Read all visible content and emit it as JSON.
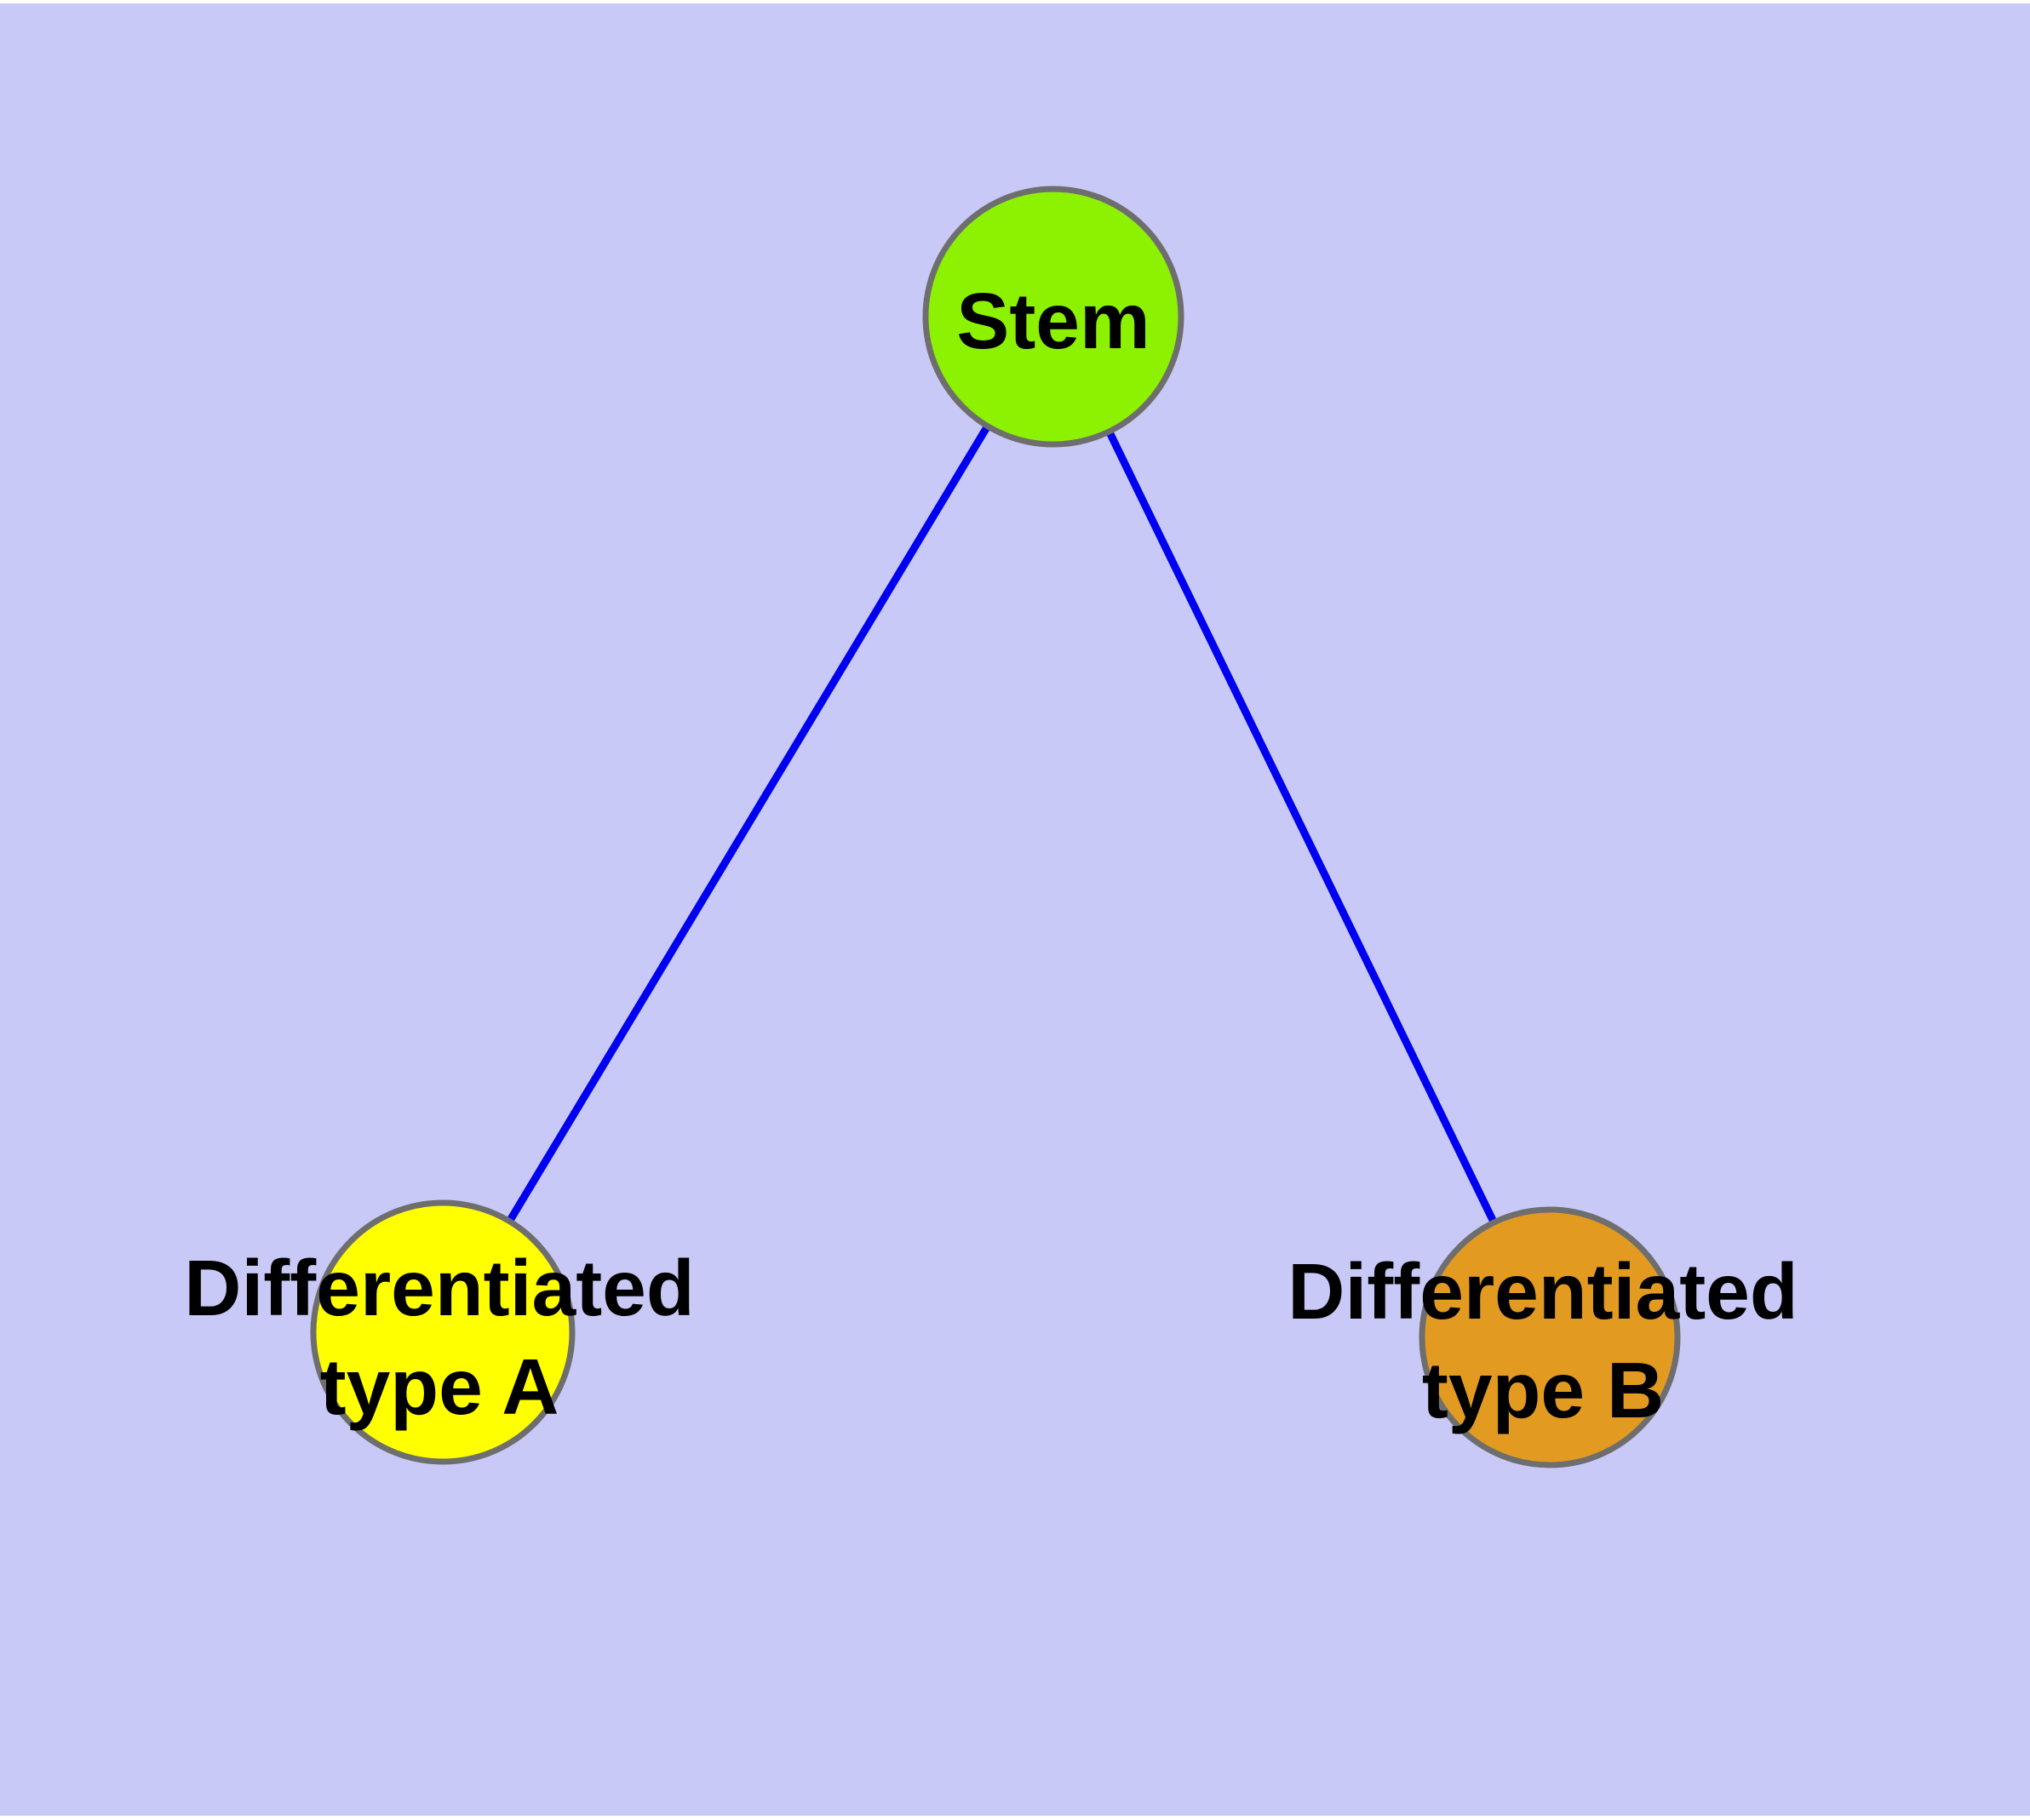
{
  "figure": {
    "background_color": "#c9c9f7",
    "page_margin_color": "#ffffff",
    "edge_color": "#0000f0",
    "node_border_color": "#6e6e6e",
    "text_color": "#000000",
    "nodes": [
      {
        "id": "stem",
        "label": "Stem",
        "fill": "#8df202"
      },
      {
        "id": "differentiated-type-a",
        "label_line1": "Differentiated",
        "label_line2": "type A",
        "fill": "#ffff00"
      },
      {
        "id": "differentiated-type-b",
        "label_line1": "Differentiated",
        "label_line2": "type B",
        "fill": "#e29b20"
      }
    ],
    "edges": [
      {
        "from": "Stem",
        "to": "Differentiated type A"
      },
      {
        "from": "Stem",
        "to": "Differentiated type B"
      }
    ]
  }
}
